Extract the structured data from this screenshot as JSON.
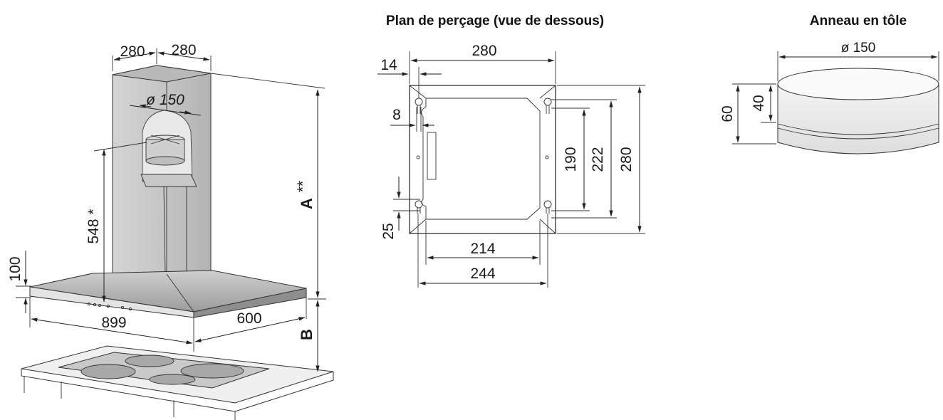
{
  "titles": {
    "drill_plan": "Plan de perçage (vue de dessous)",
    "sheet_ring": "Anneau en tôle"
  },
  "hood": {
    "chimney_width": "280",
    "chimney_depth": "280",
    "duct_diameter": "ø 150",
    "height_star": "548 *",
    "canopy_height": "100",
    "width": "899",
    "depth": "600",
    "label_a": "A",
    "label_a_mark": "**",
    "label_b": "B"
  },
  "drill_plan": {
    "width_top": "280",
    "offset_14": "14",
    "offset_8": "8",
    "height_190": "190",
    "height_222": "222",
    "height_280": "280",
    "offset_25": "25",
    "width_214": "214",
    "width_244": "244"
  },
  "ring": {
    "diameter": "ø 150",
    "height_60": "60",
    "height_40": "40"
  }
}
